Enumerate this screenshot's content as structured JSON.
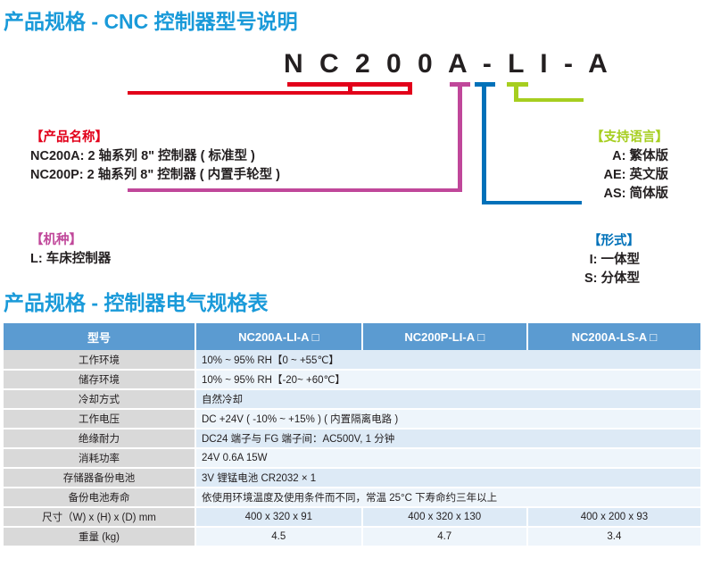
{
  "sections": {
    "title_1": "产品规格 - CNC 控制器型号说明",
    "title_2": "产品规格 - 控制器电气规格表"
  },
  "model_diagram": {
    "model_string": "N C 2 0 0 A - L I - A",
    "colors": {
      "product_name": "#e2001a",
      "machine_type": "#c0479a",
      "form": "#0071b9",
      "language": "#a6ce1f",
      "title_blue": "#1a9ad9"
    },
    "product_name": {
      "heading": "【产品名称】",
      "lines": [
        "NC200A: 2 轴系列 8\" 控制器 ( 标准型 )",
        "NC200P: 2 轴系列 8\" 控制器 ( 内置手轮型 )"
      ]
    },
    "machine_type": {
      "heading": "【机种】",
      "lines": [
        "L: 车床控制器"
      ]
    },
    "language": {
      "heading": "【支持语言】",
      "lines": [
        "A: 繁体版",
        "AE: 英文版",
        "AS: 简体版"
      ]
    },
    "form": {
      "heading": "【形式】",
      "lines": [
        "I: 一体型",
        "S: 分体型"
      ]
    }
  },
  "spec_table": {
    "headers": [
      "型号",
      "NC200A-LI-A □",
      "NC200P-LI-A □",
      "NC200A-LS-A □"
    ],
    "rows": [
      {
        "label": "工作环境",
        "span": 3,
        "values": [
          "10% ~ 95% RH【0 ~ +55℃】"
        ]
      },
      {
        "label": "储存环境",
        "span": 3,
        "values": [
          "10% ~ 95% RH【-20~ +60℃】"
        ]
      },
      {
        "label": "冷却方式",
        "span": 3,
        "values": [
          "自然冷却"
        ]
      },
      {
        "label": "工作电压",
        "span": 3,
        "values": [
          "DC +24V ( -10% ~ +15% ) ( 内置隔离电路 )"
        ]
      },
      {
        "label": "绝缘耐力",
        "span": 3,
        "values": [
          "DC24 端子与 FG 端子间：AC500V, 1 分钟"
        ]
      },
      {
        "label": "消耗功率",
        "span": 3,
        "values": [
          "24V 0.6A 15W"
        ]
      },
      {
        "label": "存储器备份电池",
        "span": 3,
        "values": [
          "3V 锂锰电池 CR2032 × 1"
        ]
      },
      {
        "label": "备份电池寿命",
        "span": 3,
        "values": [
          "依使用环境温度及使用条件而不同，常温 25°C 下寿命约三年以上"
        ]
      },
      {
        "label": "尺寸（W) x (H) x (D) mm",
        "span": 1,
        "values": [
          "400 x 320 x 91",
          "400 x 320 x 130",
          "400 x 200 x 93"
        ]
      },
      {
        "label": "重量 (kg)",
        "span": 1,
        "values": [
          "4.5",
          "4.7",
          "3.4"
        ]
      }
    ]
  }
}
